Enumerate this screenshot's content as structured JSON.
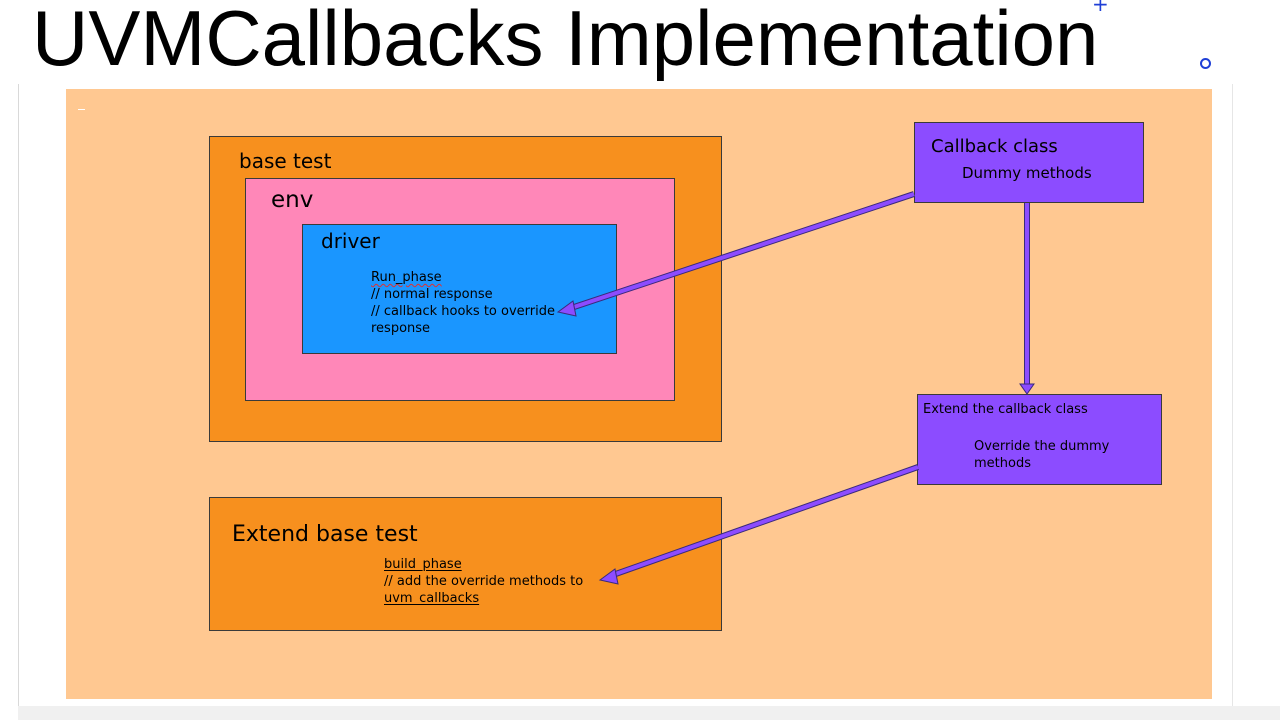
{
  "title": "UVMCallbacks Implementation",
  "boxes": {
    "base_test": "base test",
    "env": "env",
    "driver": {
      "title": "driver",
      "lines": [
        "Run_phase",
        "// normal response",
        "// callback hooks to override",
        "response"
      ]
    },
    "callback_class": {
      "title": "Callback class",
      "sub": "Dummy methods"
    },
    "extend_callback": {
      "title": "Extend the callback class",
      "lines": [
        "Override the dummy",
        "methods"
      ]
    },
    "extend_base_test": {
      "title": "Extend base  test",
      "lines": [
        "build_phase",
        "// add the override methods to",
        "uvm_callbacks"
      ]
    }
  },
  "colors": {
    "canvas": "#ffc891",
    "orange": "#f7901e",
    "pink": "#ff87b8",
    "blue": "#1a96ff",
    "purple": "#8c4cff",
    "arrow": "#8c4cff"
  },
  "icons": [
    "plus-icon",
    "circle-icon"
  ]
}
